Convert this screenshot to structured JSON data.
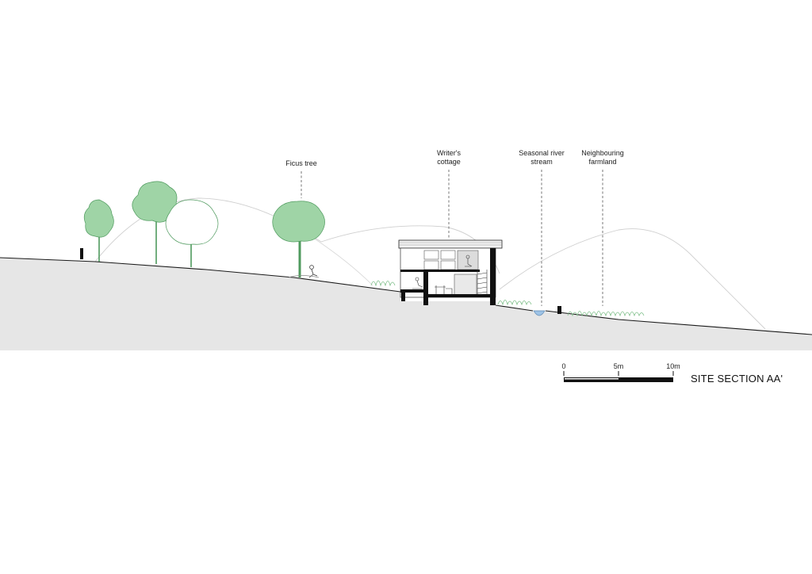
{
  "labels": {
    "ficus": "Ficus tree",
    "cottage_line1": "Writer's",
    "cottage_line2": "cottage",
    "river_line1": "Seasonal river",
    "river_line2": "stream",
    "farmland_line1": "Neighbouring",
    "farmland_line2": "farmland"
  },
  "scale_bar": {
    "tick0": "0",
    "tick1": "5m",
    "tick2": "10m"
  },
  "title": "SITE SECTION AA'",
  "colors": {
    "ground": "#e6e6e6",
    "ground_line": "#1a1a1a",
    "hills_line": "#c9c9c9",
    "tree_green": "#9fd4a6",
    "water": "#9ec3e6",
    "structure": "#111111"
  }
}
